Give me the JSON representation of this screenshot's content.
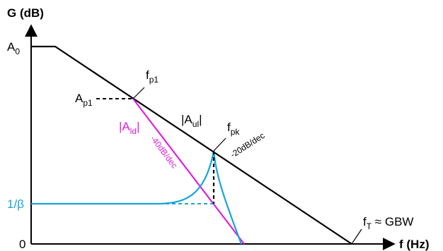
{
  "colors": {
    "axis": "#000000",
    "openloop": "#000000",
    "ideal_loop": "#e020d8",
    "closed_loop": "#1aa4dc",
    "annotation": "#000000"
  },
  "axes": {
    "y_title": "G (dB)",
    "x_title": "f (Hz)",
    "origin_label": "0"
  },
  "labels": {
    "a0": {
      "base": "A",
      "sub": "0"
    },
    "ap1": {
      "base": "A",
      "sub": "p1"
    },
    "fp1": {
      "base": "f",
      "sub": "p1"
    },
    "fpk": {
      "base": "f",
      "sub": "pk"
    },
    "aul": {
      "pre": "|A",
      "sub": "ul",
      "post": "|"
    },
    "ald": {
      "pre": "|A",
      "sub": "ld",
      "post": "|"
    },
    "beta": "1/β",
    "ft": {
      "base": "f",
      "sub": "T",
      "rest": " ≈ GBW"
    }
  },
  "slopes": {
    "minus40": "-40dB/dec",
    "minus20": "-20dB/dec"
  }
}
